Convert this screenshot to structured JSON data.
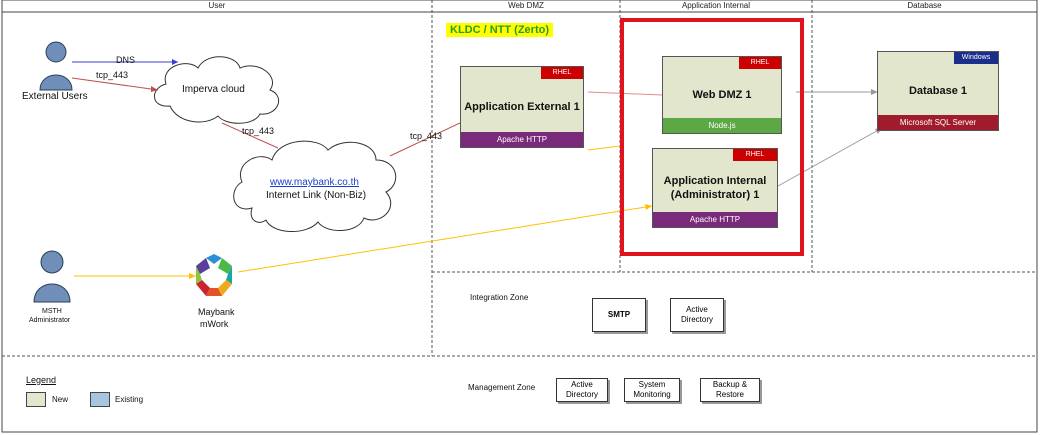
{
  "headers": {
    "user": "User",
    "web_dmz": "Web DMZ",
    "app_internal": "Application Internal",
    "database": "Database"
  },
  "users": {
    "external": "External Users",
    "admin_line1": "MSTH",
    "admin_line2": "Administrator"
  },
  "connections": {
    "dns": "DNS",
    "tcp_443_a": "tcp_443",
    "tcp_443_b": "tcp_443",
    "tcp_443_c": "tcp_443"
  },
  "clouds": {
    "imperva": "Imperva cloud",
    "internet_link_url": "www.maybank.co.th",
    "internet_link": "Internet Link (Non-Biz)"
  },
  "mwork": {
    "line1": "Maybank",
    "line2": "mWork"
  },
  "site_label": "KLDC / NTT (Zerto)",
  "servers": {
    "app_external": {
      "name": "Application External 1",
      "os": "RHEL",
      "software": "Apache HTTP"
    },
    "web_dmz": {
      "name": "Web DMZ 1",
      "os": "RHEL",
      "software": "Node.js"
    },
    "app_internal": {
      "name_line1": "Application Internal",
      "name_line2": "(Administrator) 1",
      "os": "RHEL",
      "software": "Apache HTTP"
    },
    "database": {
      "name": "Database 1",
      "os": "Windows",
      "software": "Microsoft SQL Server"
    }
  },
  "integration_zone": {
    "title": "Integration Zone",
    "smtp": "SMTP",
    "ad_line1": "Active",
    "ad_line2": "Directory"
  },
  "management_zone": {
    "title": "Management Zone",
    "items": [
      {
        "line1": "Active",
        "line2": "Directory"
      },
      {
        "line1": "System",
        "line2": "Monitoring"
      },
      {
        "line1": "Backup &",
        "line2": "Restore"
      }
    ]
  },
  "legend": {
    "title": "Legend",
    "new": "New",
    "existing": "Existing"
  },
  "colors": {
    "new_fill": "#e2e6cc",
    "existing_fill": "#a8c4de",
    "highlight_border": "#e0141e",
    "site_label_bg": "#ffff00",
    "site_label_fg": "#2a9a2a"
  }
}
